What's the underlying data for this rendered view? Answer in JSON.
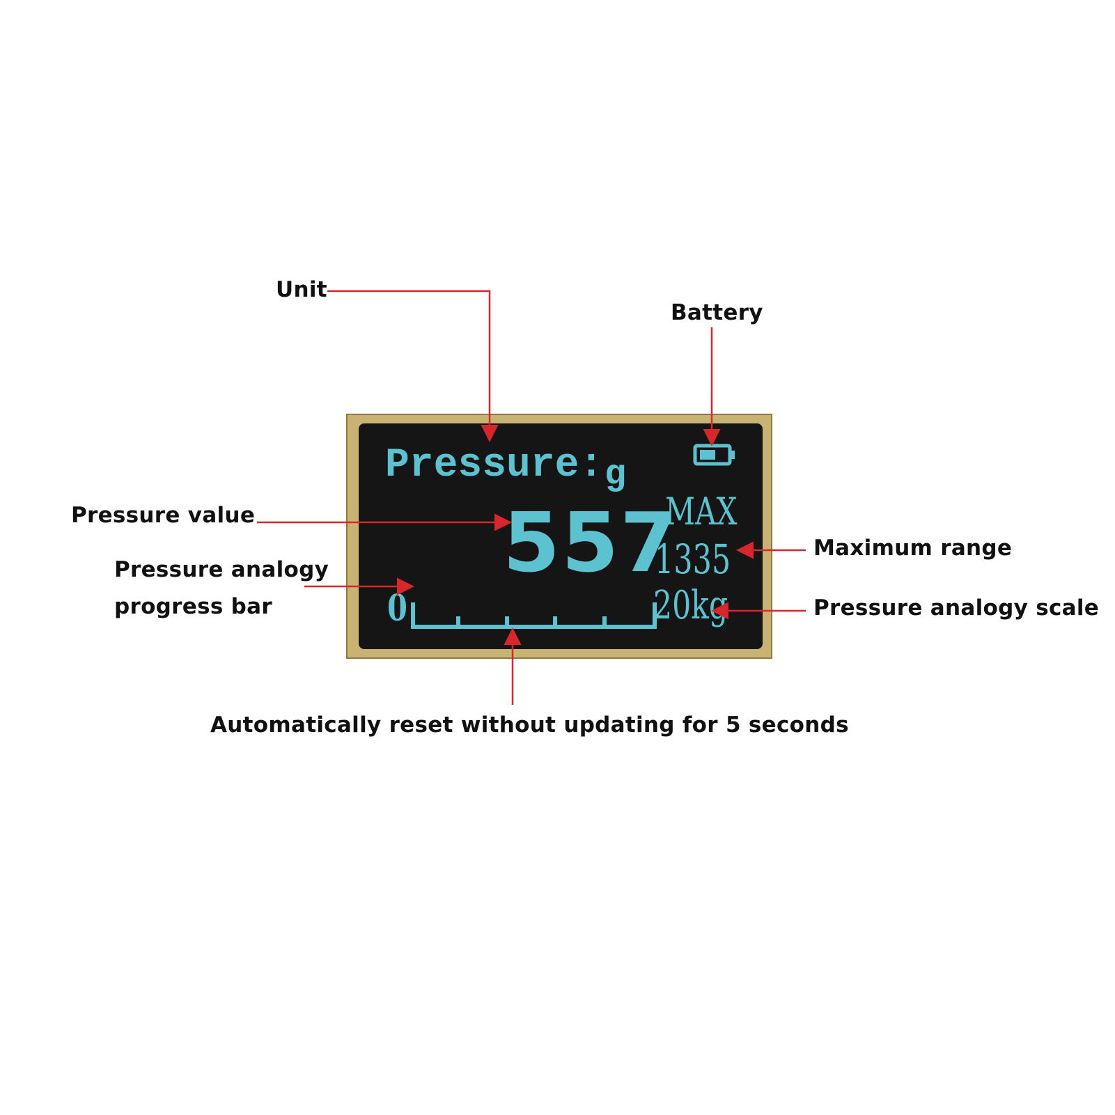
{
  "callouts": {
    "unit": "Unit",
    "battery": "Battery",
    "pressure_value": "Pressure value",
    "progress_bar_line1": "Pressure analogy",
    "progress_bar_line2": "progress bar",
    "maximum_range": "Maximum range",
    "analogy_scale": "Pressure analogy scale",
    "auto_reset": "Automatically reset without updating for 5 seconds"
  },
  "display": {
    "pressure_label": "Pressure:",
    "unit": "g",
    "value": "557",
    "max_label": "MAX",
    "max_value": "1335",
    "scale_min": "0",
    "scale_max": "20kg"
  },
  "colors": {
    "lcd_text": "#5cc2cf",
    "arrow": "#d9262c",
    "screen": "#151515",
    "bezel": "#c9b374"
  },
  "icons": [
    "battery-icon"
  ]
}
